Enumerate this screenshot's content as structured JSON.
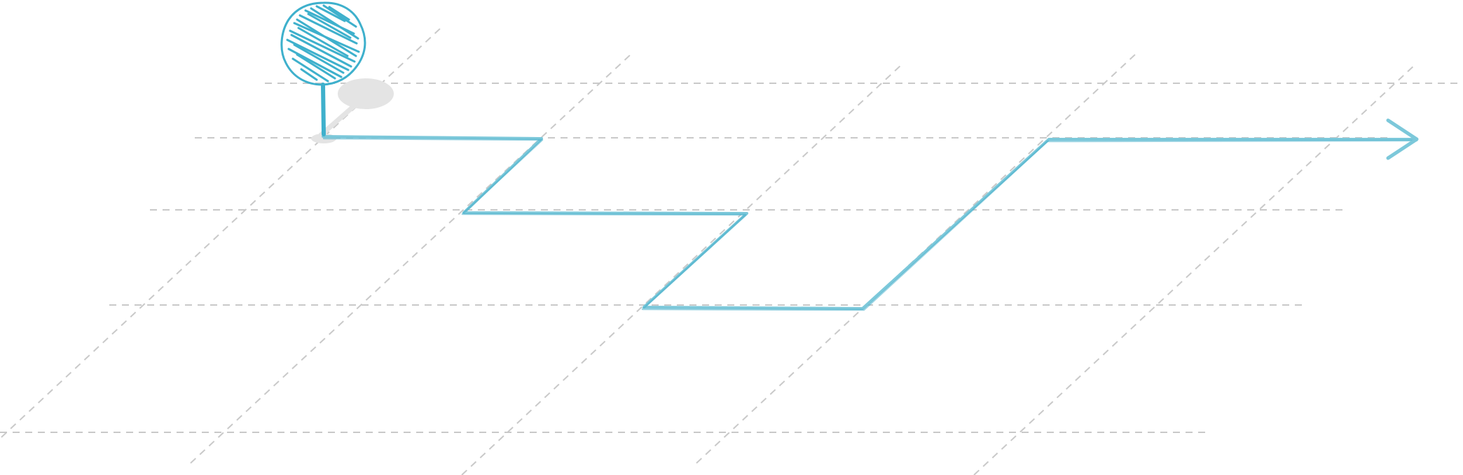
{
  "diagram": {
    "kind": "isometric-path-sketch",
    "markers": [
      {
        "name": "start-pin",
        "icon": "map-pin-icon",
        "style": "scribble-filled-circle"
      },
      {
        "name": "end-arrow",
        "icon": "arrow-right-icon"
      }
    ],
    "colors": {
      "background": "#ffffff",
      "grid": "#c9c9c9",
      "path": "#7cc8da",
      "path_dark": "#45afca",
      "pin": "#3eb0cc",
      "shadow": "#e4e4e4"
    }
  }
}
